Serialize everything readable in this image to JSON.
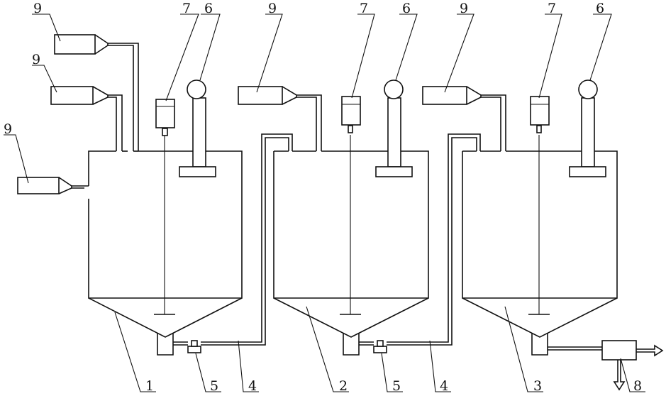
{
  "labels": {
    "tank1": "1",
    "tank2": "2",
    "tank3": "3",
    "pipe_1_2": "4",
    "pipe_2_3": "4",
    "valve1": "5",
    "valve2": "5",
    "motor": "6",
    "dosing_box": "7",
    "filter": "8",
    "feeder": "9"
  }
}
